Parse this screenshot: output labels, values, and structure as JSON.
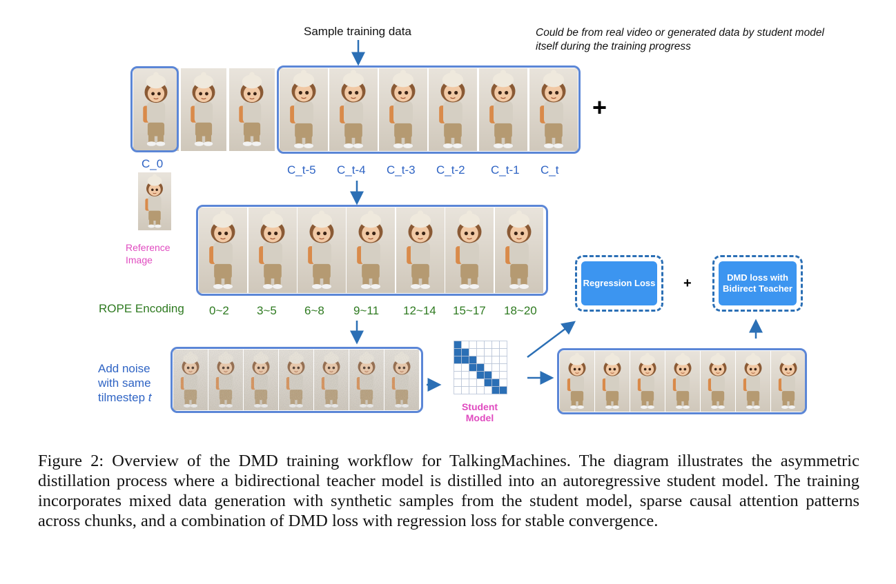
{
  "header": {
    "sample_label": "Sample training data",
    "note": "Could be from real video or generated data by student model itself during the training progress"
  },
  "clip_labels": [
    "C_0",
    "C_t-5",
    "C_t-4",
    "C_t-3",
    "C_t-2",
    "C_t-1",
    "C_t"
  ],
  "reference_label": "Reference Image",
  "rope": {
    "title": "ROPE Encoding",
    "ranges": [
      "0~2",
      "3~5",
      "6~8",
      "9~11",
      "12~14",
      "15~17",
      "18~20"
    ]
  },
  "noise_label": {
    "line1": "Add noise",
    "line2": "with same",
    "line3_prefix": "tilmestep ",
    "line3_var": "t"
  },
  "student_label": "Student Model",
  "plus_big": "+",
  "plus_small": "+",
  "losses": {
    "regression": "Regression Loss",
    "dmd": "DMD loss with Bidirect Teacher"
  },
  "caption": "Figure 2: Overview of the DMD training workflow for TalkingMachines. The diagram illustrates the asymmetric distillation process where a bidirectional teacher model is distilled into an autoregressive student model. The training incorporates mixed data generation with synthetic samples from the student model, sparse causal attention patterns across chunks, and a combination of DMD loss with regression loss for stable convergence.",
  "colors": {
    "frame_border": "#5b86d6",
    "arrow": "#2b6fb5",
    "label_blue": "#2f64c4",
    "label_green": "#2e7a20",
    "label_pink": "#e04bc0",
    "loss_fill": "#3c95f0"
  }
}
